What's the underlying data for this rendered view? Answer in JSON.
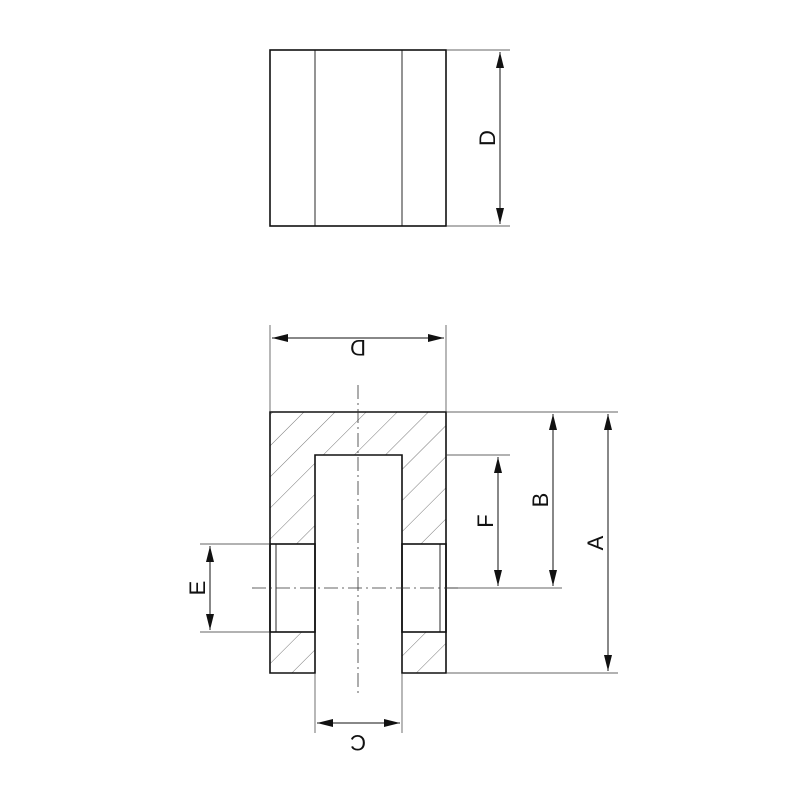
{
  "labels": {
    "top_view_height": "D",
    "section_width": "D",
    "overall_length": "A",
    "bore_depth": "B",
    "thread_depth": "F",
    "thread_size": "E",
    "bore_diameter": "C"
  }
}
